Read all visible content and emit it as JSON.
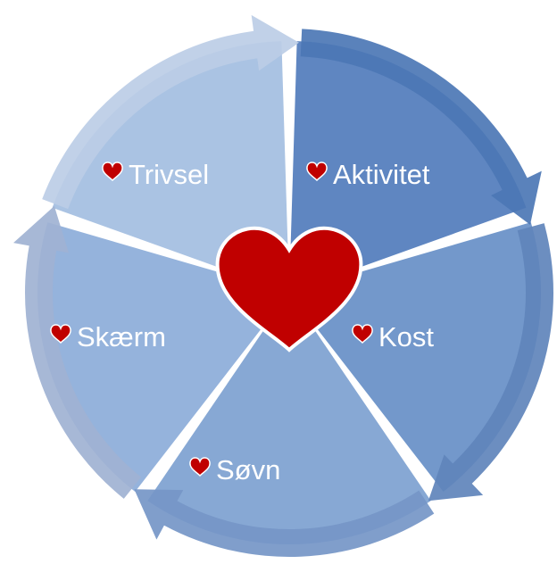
{
  "diagram": {
    "segments": [
      {
        "label": "Aktivitet",
        "color": "#5f86c1",
        "arrow_color": "#4c77b5"
      },
      {
        "label": "Kost",
        "color": "#7398cb",
        "arrow_color": "#5f84bb"
      },
      {
        "label": "Søvn",
        "color": "#87a8d4",
        "arrow_color": "#7596c7"
      },
      {
        "label": "Skærm",
        "color": "#95b3dc",
        "arrow_color": "#9fb2d3"
      },
      {
        "label": "Trivsel",
        "color": "#aac3e3",
        "arrow_color": "#bccde6"
      }
    ],
    "center_heart_color": "#c00000",
    "label_heart_color": "#c00000"
  }
}
